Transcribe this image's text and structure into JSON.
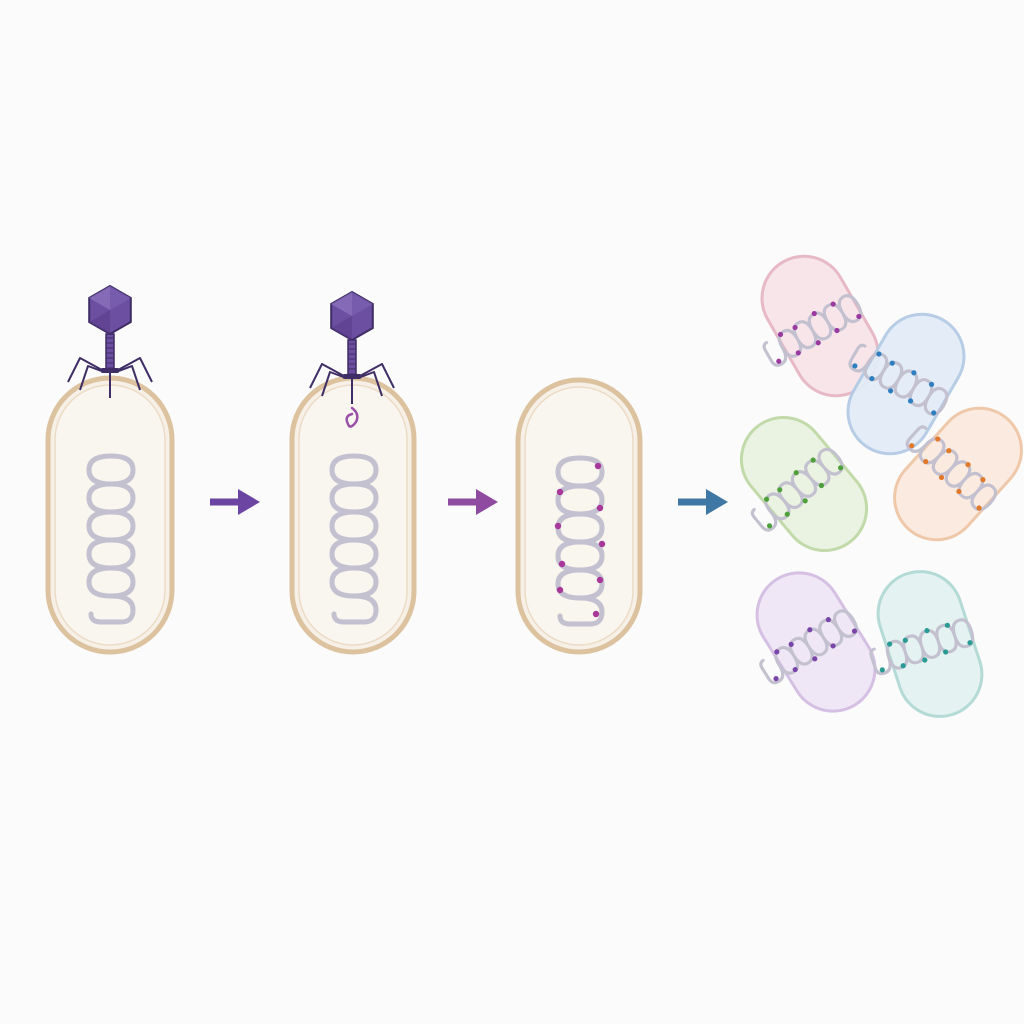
{
  "colors": {
    "background": "#fbfbfb",
    "cell_fill": "#f6f0e6",
    "cell_border": "#dcc29e",
    "chromosome": "#c3c0cf",
    "phage": "#6c4fa0",
    "phage_dark": "#3f2d66",
    "phage_dna": "#9a4fa8",
    "arrow_1": "#6b45a1",
    "arrow_2": "#8e4ba0",
    "arrow_3": "#3f78a4",
    "integration_mark": "#a8379a"
  },
  "icons": {
    "phage": "bacteriophage-icon",
    "arrow": "right-arrow-icon"
  },
  "progeny_cells": [
    {
      "name": "progeny-cell-pink",
      "fill": "#f7e4ea",
      "border": "#e6b6c4",
      "mark": "#9a3aa0"
    },
    {
      "name": "progeny-cell-blue",
      "fill": "#e2ecf7",
      "border": "#b3cbe4",
      "mark": "#2f7fc0"
    },
    {
      "name": "progeny-cell-green",
      "fill": "#eaf3e0",
      "border": "#bfd9a6",
      "mark": "#4ea03c"
    },
    {
      "name": "progeny-cell-orange",
      "fill": "#fbeadf",
      "border": "#efc6a6",
      "mark": "#e07a2a"
    },
    {
      "name": "progeny-cell-violet",
      "fill": "#efe6f5",
      "border": "#d3bde3",
      "mark": "#7a45a8"
    },
    {
      "name": "progeny-cell-teal",
      "fill": "#e3f2f1",
      "border": "#b1d9d5",
      "mark": "#2a9a94"
    }
  ]
}
